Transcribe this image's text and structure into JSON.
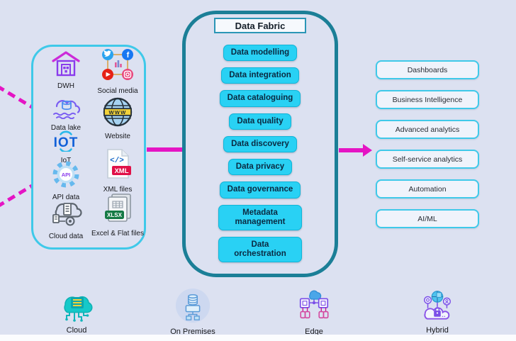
{
  "sources": {
    "items": [
      {
        "label": "DWH",
        "icon": "warehouse-icon"
      },
      {
        "label": "Social media",
        "icon": "social-media-icon"
      },
      {
        "label": "Data lake",
        "icon": "data-lake-icon"
      },
      {
        "label": "Website",
        "icon": "website-globe-icon"
      },
      {
        "label": "IoT",
        "icon": "iot-icon"
      },
      {
        "label": "XML files",
        "icon": "xml-file-icon"
      },
      {
        "label": "API data",
        "icon": "api-gear-icon"
      },
      {
        "label": "Cloud data",
        "icon": "cloud-data-icon"
      },
      {
        "label": "Excel & Flat files",
        "icon": "excel-file-icon"
      }
    ]
  },
  "fabric": {
    "title": "Data Fabric",
    "capabilities": [
      "Data modelling",
      "Data integration",
      "Data cataloguing",
      "Data quality",
      "Data discovery",
      "Data privacy",
      "Data governance",
      "Metadata management",
      "Data orchestration"
    ]
  },
  "outputs": [
    "Dashboards",
    "Business Intelligence",
    "Advanced analytics",
    "Self-service analytics",
    "Automation",
    "AI/ML"
  ],
  "deployments": [
    {
      "label": "Cloud",
      "icon": "cloud-icon"
    },
    {
      "label": "On Premises",
      "icon": "on-premises-icon"
    },
    {
      "label": "Edge",
      "icon": "edge-icon"
    },
    {
      "label": "Hybrid",
      "icon": "hybrid-icon"
    }
  ],
  "colors": {
    "background": "#dce1f1",
    "capability_fill": "#29d1f4",
    "capability_border": "#10b5d8",
    "fabric_border": "#1b7f97",
    "source_panel_border": "#3fc9e9",
    "output_fill": "#eff3fb",
    "output_border": "#3fc9e9",
    "arrow_magenta": "#e514c4"
  }
}
